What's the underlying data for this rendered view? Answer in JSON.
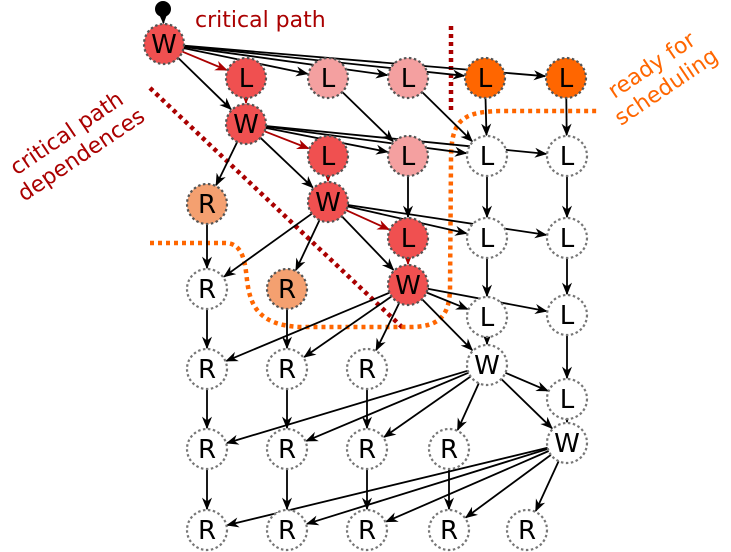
{
  "labels": {
    "critical_path": "critical path",
    "critical_path_dependences_line1": "critical path",
    "critical_path_dependences_line2": "dependences",
    "ready_line1": "ready for",
    "ready_line2": "scheduling"
  },
  "colors": {
    "dark_red": "#aa0000",
    "orange": "#ff6600",
    "crit_node": "#f05050",
    "pale_node": "#f4a0a0",
    "ready_node": "#ff6600",
    "r_node": "#f4a070",
    "dotted_border": "#777777",
    "edge": "#000000"
  },
  "nodes": [
    {
      "id": "w0",
      "t": "W",
      "k": "crit"
    },
    {
      "id": "l10",
      "t": "L",
      "k": "crit"
    },
    {
      "id": "l11",
      "t": "L",
      "k": "pale"
    },
    {
      "id": "l12",
      "t": "L",
      "k": "pale"
    },
    {
      "id": "l13",
      "t": "L",
      "k": "ready"
    },
    {
      "id": "l14",
      "t": "L",
      "k": "ready"
    },
    {
      "id": "w1",
      "t": "W",
      "k": "crit"
    },
    {
      "id": "l20",
      "t": "L",
      "k": "crit"
    },
    {
      "id": "l21",
      "t": "L",
      "k": "pale"
    },
    {
      "id": "l22",
      "t": "L",
      "k": "plain"
    },
    {
      "id": "l23",
      "t": "L",
      "k": "plain"
    },
    {
      "id": "r1",
      "t": "R",
      "k": "rnode"
    },
    {
      "id": "w2",
      "t": "W",
      "k": "crit"
    },
    {
      "id": "l30",
      "t": "L",
      "k": "crit"
    },
    {
      "id": "l31",
      "t": "L",
      "k": "plain"
    },
    {
      "id": "l32",
      "t": "L",
      "k": "plain"
    },
    {
      "id": "r2a",
      "t": "R",
      "k": "plain"
    },
    {
      "id": "r2b",
      "t": "R",
      "k": "rnode"
    },
    {
      "id": "w3",
      "t": "W",
      "k": "crit"
    },
    {
      "id": "l40",
      "t": "L",
      "k": "plain"
    },
    {
      "id": "l41",
      "t": "L",
      "k": "plain"
    },
    {
      "id": "r3a",
      "t": "R",
      "k": "plain"
    },
    {
      "id": "r3b",
      "t": "R",
      "k": "plain"
    },
    {
      "id": "r3c",
      "t": "R",
      "k": "plain"
    },
    {
      "id": "w4",
      "t": "W",
      "k": "plain"
    },
    {
      "id": "l50",
      "t": "L",
      "k": "plain"
    },
    {
      "id": "r4a",
      "t": "R",
      "k": "plain"
    },
    {
      "id": "r4b",
      "t": "R",
      "k": "plain"
    },
    {
      "id": "r4c",
      "t": "R",
      "k": "plain"
    },
    {
      "id": "r4d",
      "t": "R",
      "k": "plain"
    },
    {
      "id": "w5",
      "t": "W",
      "k": "plain"
    },
    {
      "id": "r5a",
      "t": "R",
      "k": "plain"
    },
    {
      "id": "r5b",
      "t": "R",
      "k": "plain"
    },
    {
      "id": "r5c",
      "t": "R",
      "k": "plain"
    },
    {
      "id": "r5d",
      "t": "R",
      "k": "plain"
    },
    {
      "id": "r5e",
      "t": "R",
      "k": "plain"
    }
  ],
  "edges": [
    [
      "start",
      "w0",
      "k"
    ],
    [
      "w0",
      "l10",
      "r"
    ],
    [
      "w0",
      "l11",
      "k"
    ],
    [
      "w0",
      "l12",
      "k"
    ],
    [
      "w0",
      "l13",
      "k"
    ],
    [
      "w0",
      "l14",
      "k"
    ],
    [
      "w0",
      "w1",
      "k"
    ],
    [
      "l10",
      "w1",
      "r"
    ],
    [
      "w1",
      "l20",
      "r"
    ],
    [
      "w1",
      "l21",
      "k"
    ],
    [
      "w1",
      "l22",
      "k"
    ],
    [
      "w1",
      "l23",
      "k"
    ],
    [
      "w1",
      "r1",
      "k"
    ],
    [
      "w1",
      "w2",
      "k"
    ],
    [
      "l11",
      "l21",
      "k"
    ],
    [
      "l12",
      "l22",
      "k"
    ],
    [
      "l13",
      "l22",
      "k"
    ],
    [
      "l14",
      "l23",
      "k"
    ],
    [
      "l20",
      "w2",
      "r"
    ],
    [
      "w2",
      "l30",
      "r"
    ],
    [
      "w2",
      "l31",
      "k"
    ],
    [
      "w2",
      "l32",
      "k"
    ],
    [
      "w2",
      "r2a",
      "k"
    ],
    [
      "w2",
      "r2b",
      "k"
    ],
    [
      "w2",
      "w3",
      "k"
    ],
    [
      "l21",
      "l30",
      "k"
    ],
    [
      "l22",
      "l31",
      "k"
    ],
    [
      "l23",
      "l32",
      "k"
    ],
    [
      "r1",
      "r2a",
      "k"
    ],
    [
      "l30",
      "w3",
      "r"
    ],
    [
      "w3",
      "l40",
      "k"
    ],
    [
      "w3",
      "l41",
      "k"
    ],
    [
      "w3",
      "r3a",
      "k"
    ],
    [
      "w3",
      "r3b",
      "k"
    ],
    [
      "w3",
      "r3c",
      "k"
    ],
    [
      "w3",
      "w4",
      "k"
    ],
    [
      "l31",
      "l40",
      "k"
    ],
    [
      "l32",
      "l41",
      "k"
    ],
    [
      "r2a",
      "r3a",
      "k"
    ],
    [
      "r2b",
      "r3b",
      "k"
    ],
    [
      "l40",
      "w4",
      "k"
    ],
    [
      "l41",
      "l50",
      "k"
    ],
    [
      "w4",
      "l50",
      "k"
    ],
    [
      "w4",
      "r4a",
      "k"
    ],
    [
      "w4",
      "r4b",
      "k"
    ],
    [
      "w4",
      "r4c",
      "k"
    ],
    [
      "w4",
      "r4d",
      "k"
    ],
    [
      "w4",
      "w5",
      "k"
    ],
    [
      "r3a",
      "r4a",
      "k"
    ],
    [
      "r3b",
      "r4b",
      "k"
    ],
    [
      "r3c",
      "r4c",
      "k"
    ],
    [
      "l50",
      "w5",
      "k"
    ],
    [
      "w5",
      "r5a",
      "k"
    ],
    [
      "w5",
      "r5b",
      "k"
    ],
    [
      "w5",
      "r5c",
      "k"
    ],
    [
      "w5",
      "r5d",
      "k"
    ],
    [
      "w5",
      "r5e",
      "k"
    ],
    [
      "r4a",
      "r5a",
      "k"
    ],
    [
      "r4b",
      "r5b",
      "k"
    ],
    [
      "r4c",
      "r5c",
      "k"
    ],
    [
      "r4d",
      "r5d",
      "k"
    ]
  ]
}
